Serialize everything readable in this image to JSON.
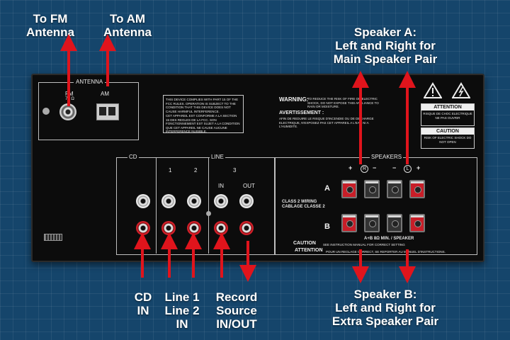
{
  "callouts": {
    "fm": "To FM\nAntenna",
    "am": "To AM\nAntenna",
    "speaker_a": "Speaker A:\nLeft and Right for\nMain Speaker Pair",
    "cd": "CD\nIN",
    "line": "Line 1\nLine 2\nIN",
    "record": "Record\nSource\nIN/OUT",
    "speaker_b": "Speaker B:\nLeft and Right for\nExtra Speaker Pair"
  },
  "panel": {
    "antenna_label": "ANTENNA",
    "fm_label": "FM",
    "fm_sub": "75 Ω",
    "am_label": "AM",
    "fcc_text": "THIS DEVICE COMPLIES WITH PART 15 OF THE FCC RULES. OPERATION IS SUBJECT TO THE CONDITION THAT THIS DEVICE DOES NOT CAUSE HARMFUL INTERFERENCE.",
    "ices_text": "CET APPAREIL EST CONFORME A LA SECTION 15 DES REGLES DE LA FCC. SON FONCTIONNEMENT EST SUJET A LA CONDITION QUE CET APPAREIL NE CAUSE AUCUNE INTERFERENCE NUISIBLE.",
    "warning_title": "WARNING:",
    "warning_text": "TO REDUCE THE RISK OF FIRE OR ELECTRIC SHOCK, DO NOT EXPOSE THIS APPLIANCE TO RAIN OR MOISTURE.",
    "avert_title": "AVERTISSEMENT :",
    "avert_text": "AFIN DE REDUIRE LE RISQUE D'INCENDIE OU DE DECHARGE ELECTRIQUE, N'EXPOSEZ PAS CET APPAREIL A L'EAU NI A L'HUMIDITE.",
    "attention_label": "ATTENTION",
    "attention_text": "RISQUE DE CHOC ELECTRIQUE NE PAS OUVRIR",
    "caution_label": "CAUTION",
    "caution_text": "RISK OF ELECTRIC SHOCK DO NOT OPEN",
    "cd_label": "CD",
    "line_label": "LINE",
    "line_1": "1",
    "line_2": "2",
    "line_3": "3",
    "in_label": "IN",
    "out_label": "OUT",
    "speakers_label": "SPEAKERS",
    "plus": "+",
    "minus": "−",
    "r_label": "R",
    "l_label": "L",
    "row_a": "A",
    "row_b": "B",
    "class2": "CLASS 2 WIRING\nCABLAGE CLASSE 2",
    "impedance": "A+B 8Ω MIN. / SPEAKER",
    "caution_bottom": "CAUTION",
    "caution_bottom_text": "SEE INSTRUCTION MANUAL FOR CORRECT SETTING",
    "attention_bottom": "ATTENTION",
    "attention_bottom_text": "POUR UN REGLAGE CORRECT, SE REPORTER AU MANUEL D'INSTRUCTIONS."
  },
  "colors": {
    "arrow": "#e0141c",
    "background": "#15456b",
    "panel": "#0c0c0c"
  }
}
